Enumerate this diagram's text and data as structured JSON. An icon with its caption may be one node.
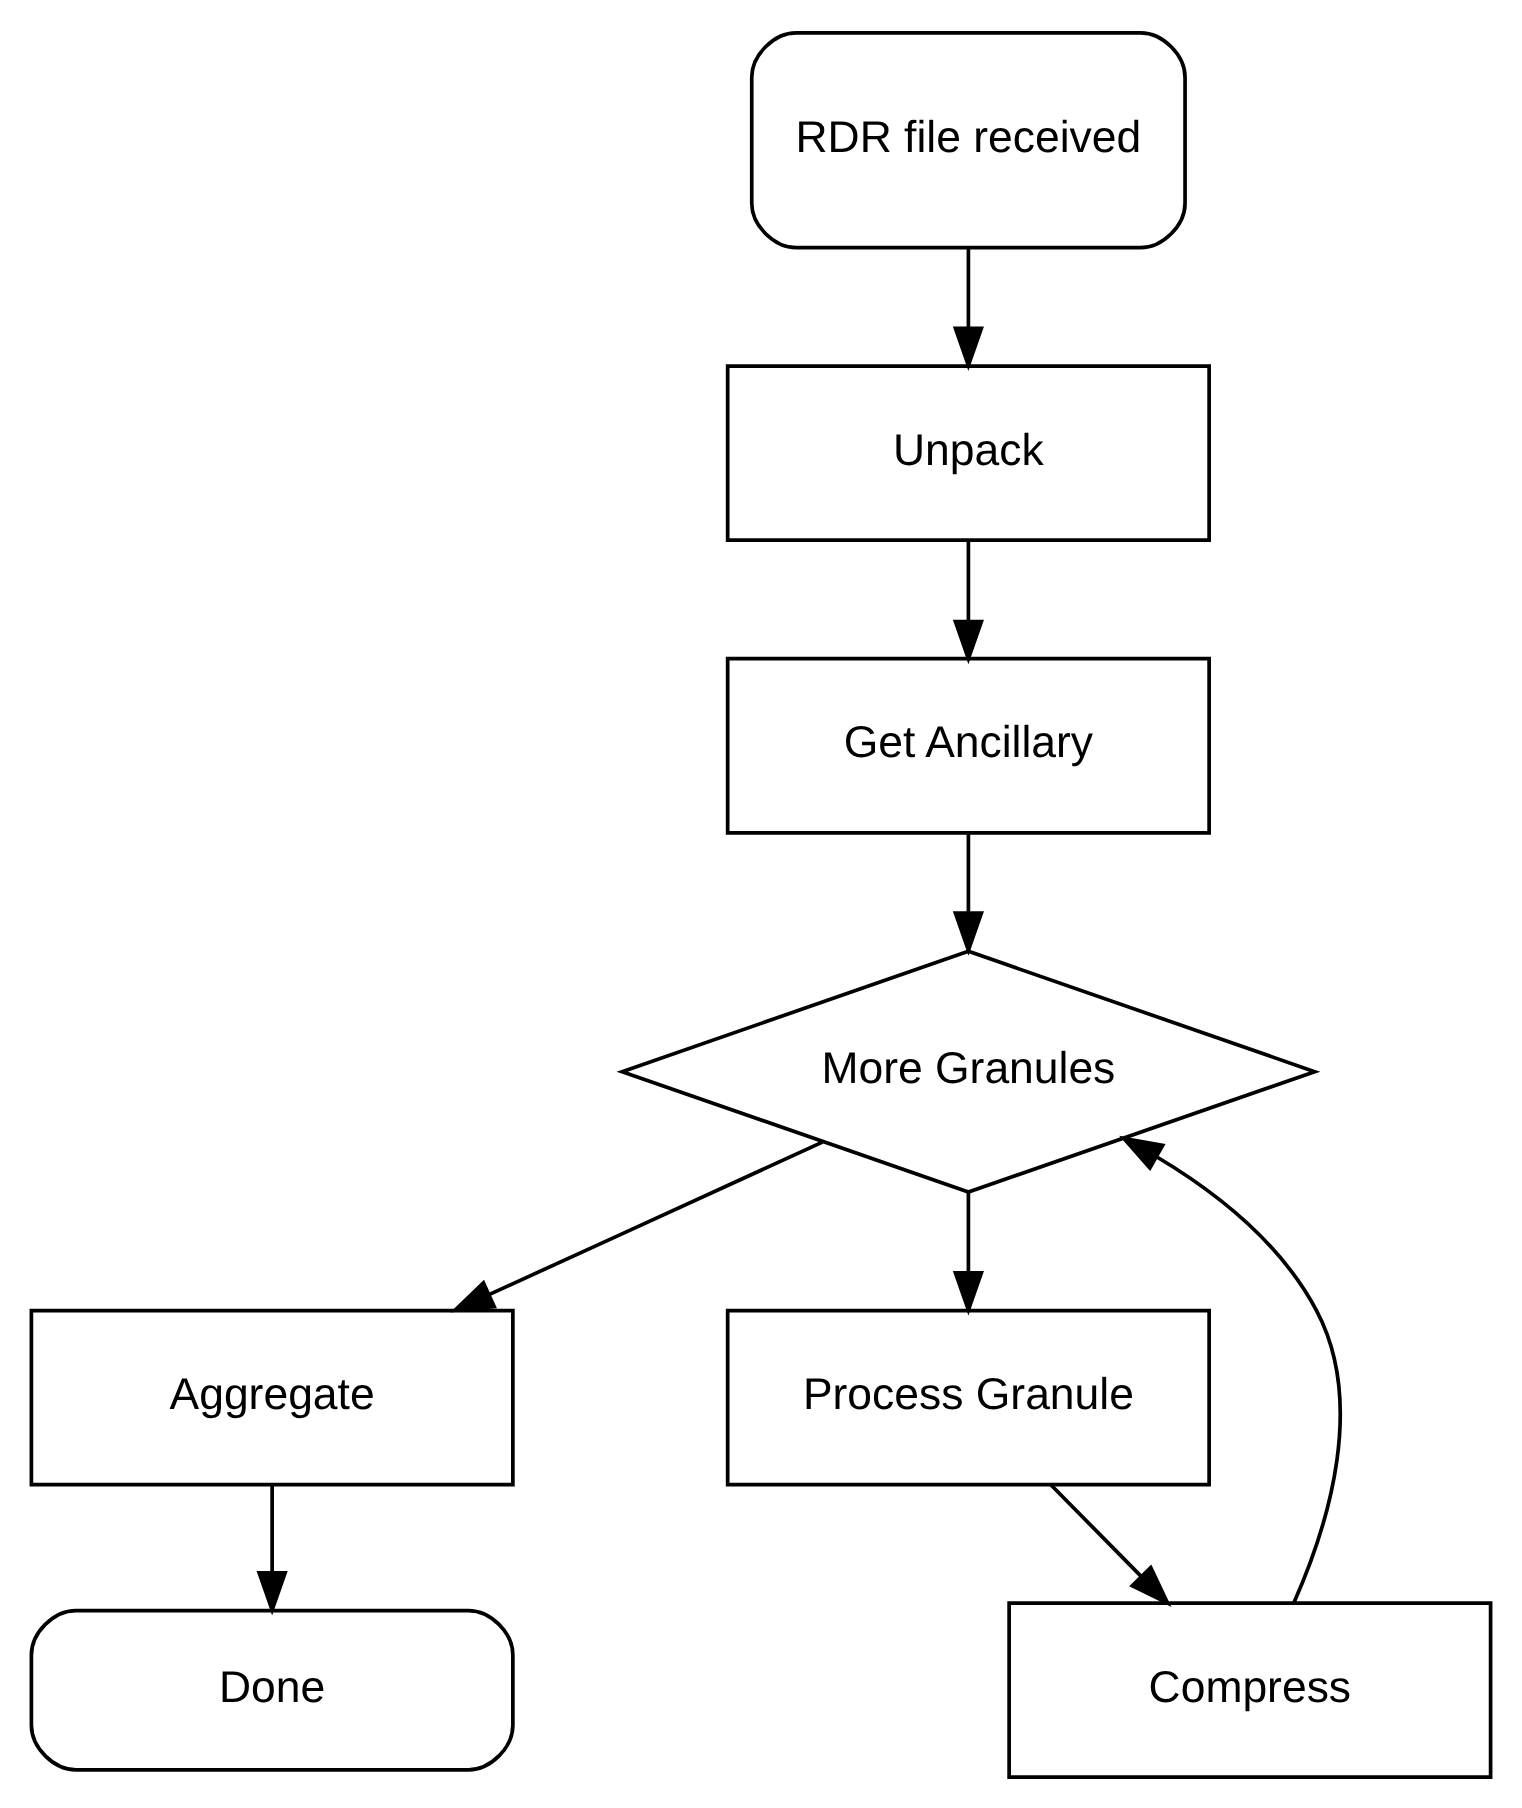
{
  "diagram": {
    "nodes": [
      {
        "text": [
          "RDR file received"
        ]
      },
      {
        "text": [
          "Unpack"
        ]
      },
      {
        "text": [
          "Get Ancillary"
        ]
      },
      {
        "text": [
          "More Granules"
        ]
      },
      {
        "text": [
          "Aggregate"
        ]
      },
      {
        "text": [
          "Done"
        ]
      },
      {
        "text": [
          "Process Granule"
        ]
      },
      {
        "text": [
          "Compress"
        ]
      }
    ],
    "edges": [
      {
        "from": 0,
        "to": 1,
        "arrow": "to"
      },
      {
        "from": 1,
        "to": 2,
        "arrow": "to"
      },
      {
        "from": 2,
        "to": 3,
        "arrow": "to"
      },
      {
        "from": 3,
        "to": 4,
        "arrow": "to"
      },
      {
        "from": 4,
        "to": 5,
        "arrow": "to"
      },
      {
        "from": 3,
        "to": 6,
        "arrow": "to"
      },
      {
        "from": 6,
        "to": 7,
        "arrow": "to"
      },
      {
        "from": 7,
        "to": 3,
        "arrow": "to"
      }
    ]
  }
}
